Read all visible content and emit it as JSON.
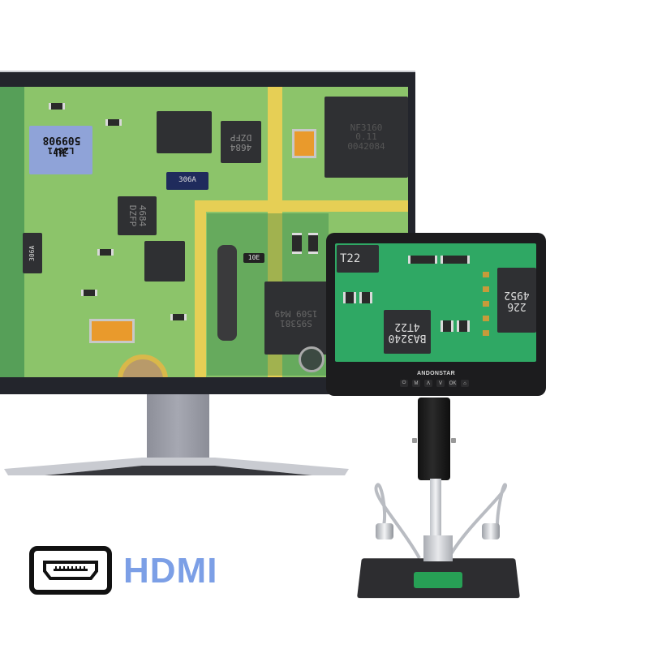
{
  "scene": {
    "description": "Digital microscope product photo with HDMI monitor output",
    "background": "#ffffff"
  },
  "monitor": {
    "bezel_color": "#23252c",
    "screen_content": "Magnified PCB circuit board",
    "chip_labels": {
      "blue_chip": [
        "JU",
        "509908",
        "L2871"
      ],
      "ic_center": [
        "4684",
        "DZFP"
      ],
      "ic_left": [
        "4684",
        "DZFP"
      ],
      "navy_resistor_top": "306A",
      "navy_resistor_left": "306A",
      "small_resistor": "10E",
      "large_ic_bottom": [
        "S95381",
        "1509 M49"
      ],
      "large_ic_top_right": [
        "NF3160",
        "0.11",
        "0042084"
      ]
    }
  },
  "microscope": {
    "brand": "ANDONSTAR",
    "screen_content": "Magnified PCB circuit board",
    "chip_labels": {
      "top_left": "T22",
      "center": [
        "BA3240",
        "4T22"
      ],
      "right": [
        "4952",
        "226"
      ]
    },
    "buttons": [
      {
        "id": "power",
        "glyph": "⏻"
      },
      {
        "id": "menu",
        "glyph": "M"
      },
      {
        "id": "up",
        "glyph": "Λ"
      },
      {
        "id": "down",
        "glyph": "V"
      },
      {
        "id": "ok",
        "glyph": "OK"
      },
      {
        "id": "photo",
        "glyph": "⌂"
      }
    ]
  },
  "hdmi_badge": {
    "label": "HDMI",
    "label_color": "#7c9fe6",
    "icon": "hdmi-port-icon"
  }
}
